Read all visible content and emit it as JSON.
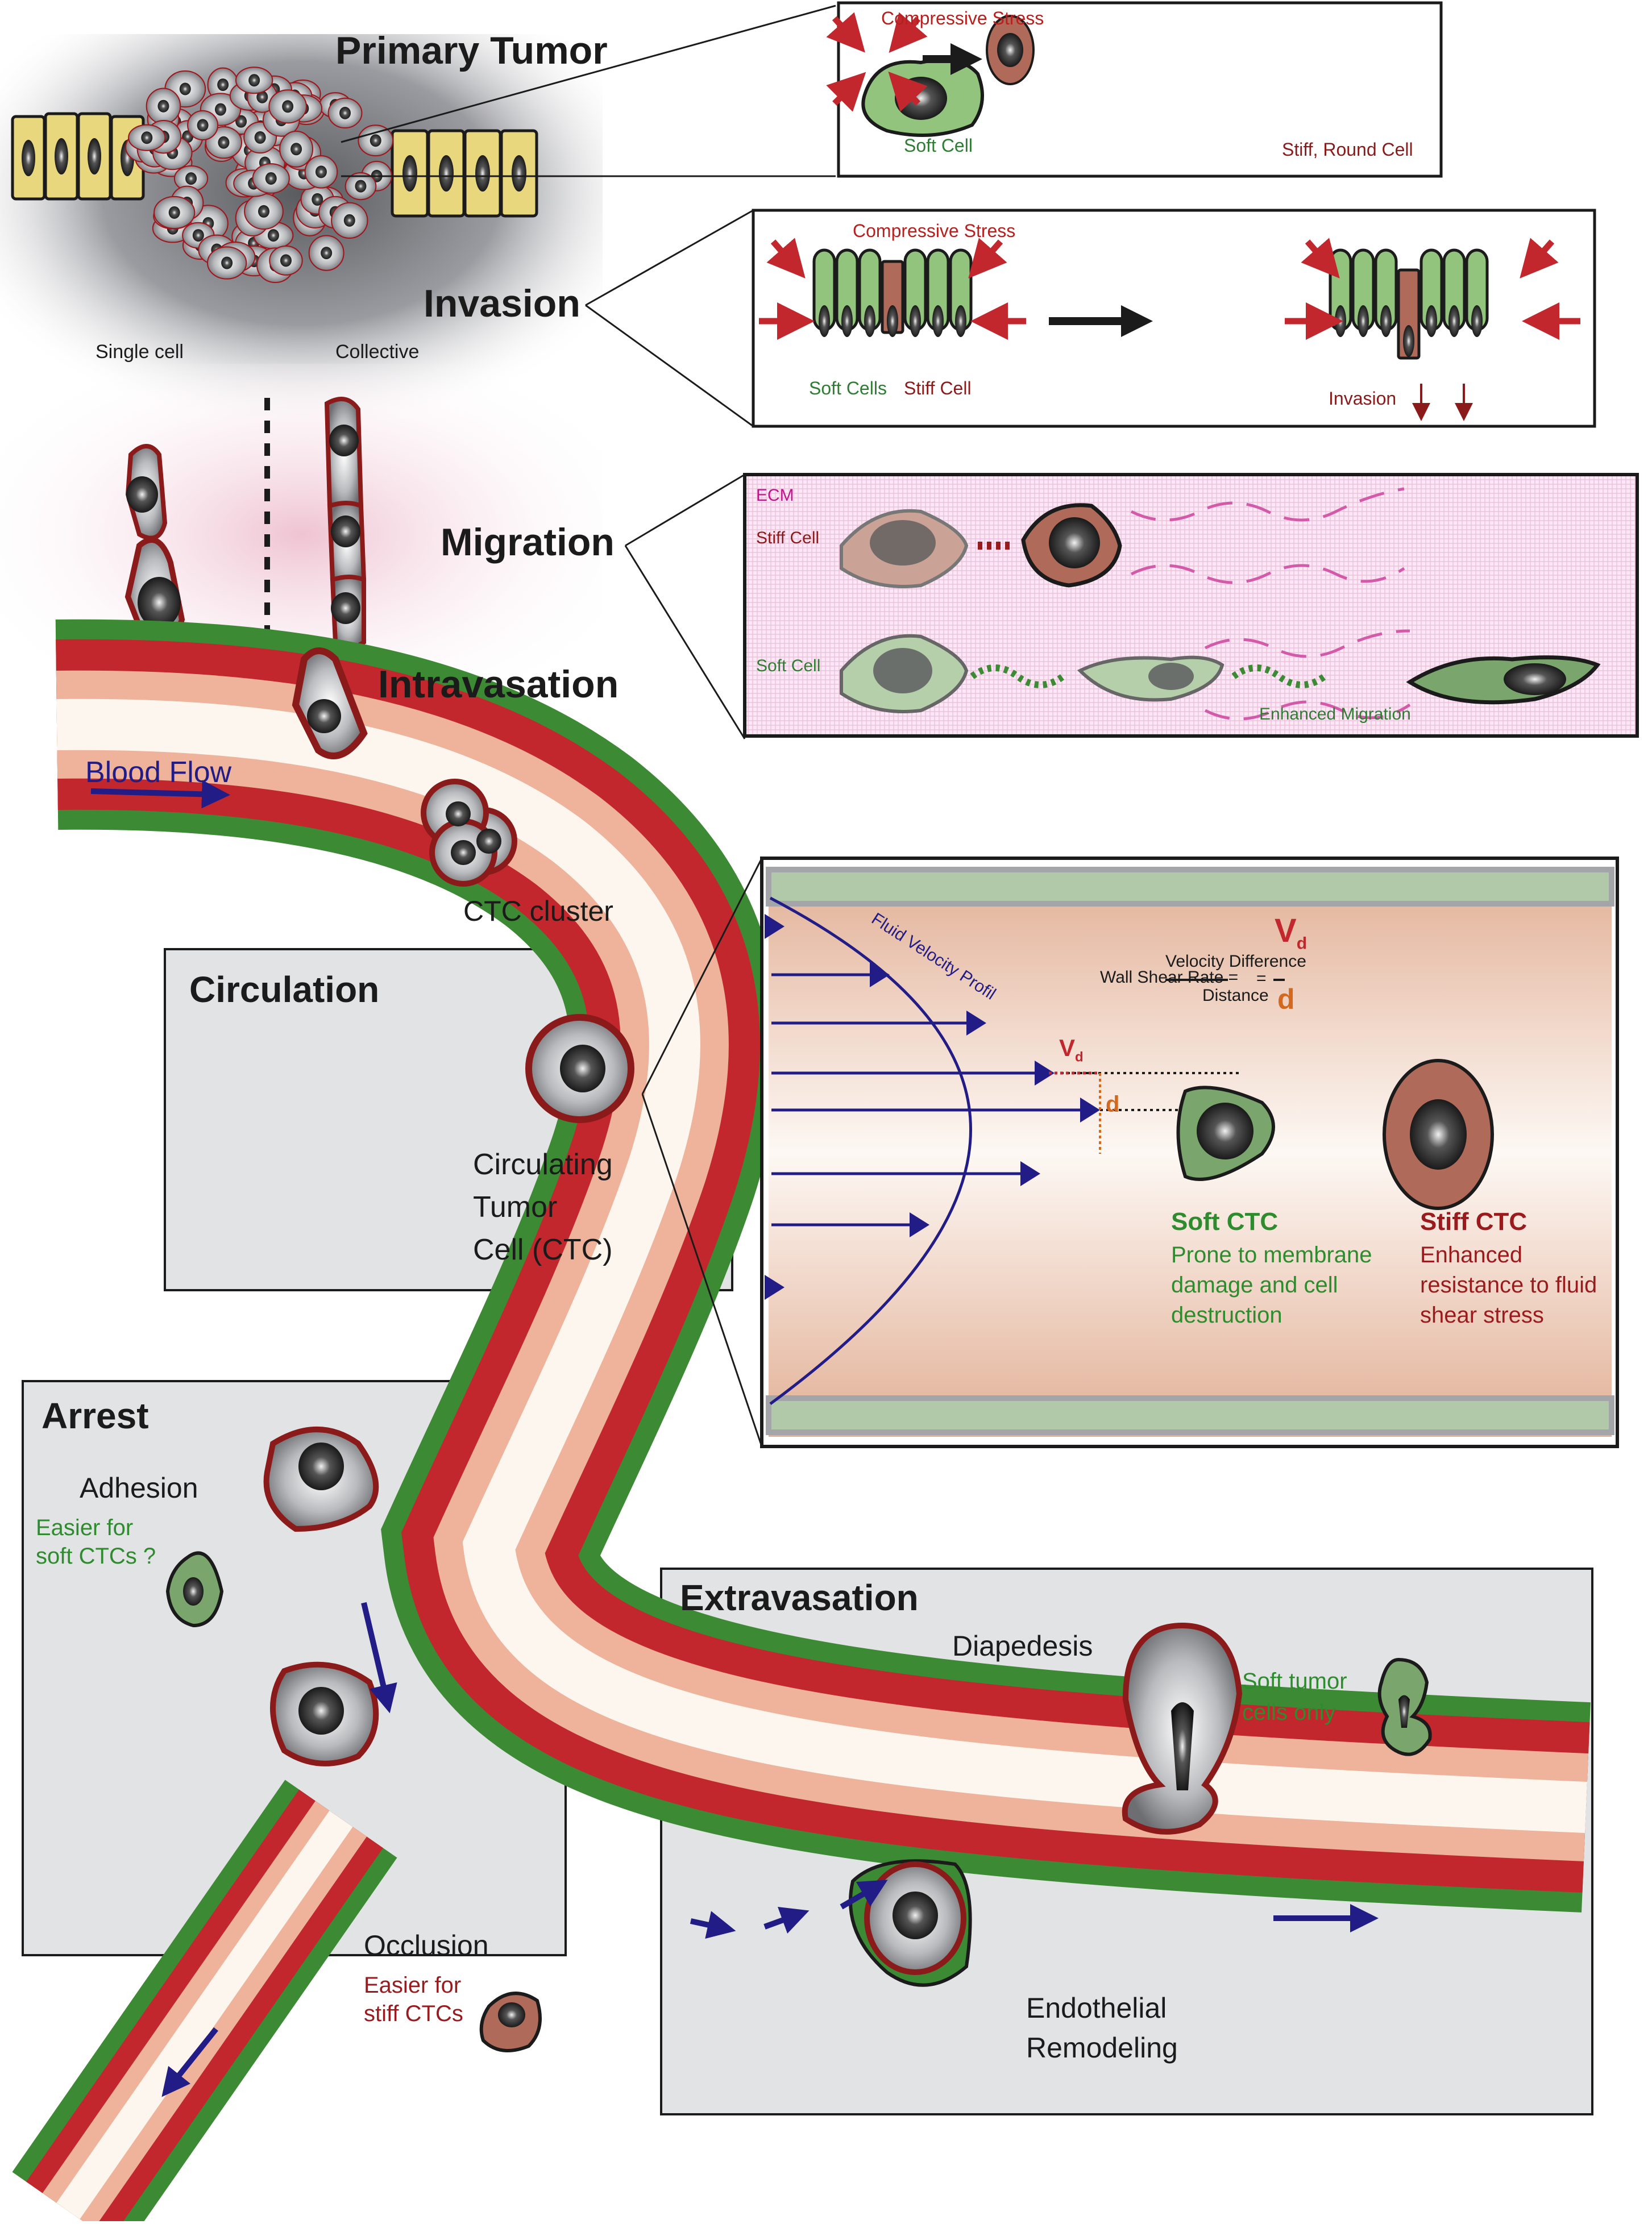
{
  "colors": {
    "vessel_wall": "#3d8a35",
    "blood": "#c1272d",
    "blood_center": "#fdf6ef",
    "soft_cell": "#92c47d",
    "stiff_cell": "#b06a5a",
    "stress_arrow": "#c1272d",
    "flow_arrow": "#221c86",
    "stage_box": "#e2e3e5",
    "ecm_bg": "#f6dcef",
    "ecm_fiber": "#d35aa8",
    "tumor_epithelium": "#e8d77d"
  },
  "stages": {
    "primary_tumor": "Primary Tumor",
    "invasion": "Invasion",
    "migration": "Migration",
    "intravasation": "Intravasation",
    "circulation": "Circulation",
    "arrest": "Arrest",
    "extravasation": "Extravasation"
  },
  "tumor": {
    "single_cell": "Single cell",
    "collective": "Collective"
  },
  "vessel": {
    "blood_flow": "Blood Flow",
    "ctc_cluster": "CTC cluster",
    "ctc_label": [
      "Circulating",
      "Tumor",
      "Cell (CTC)"
    ]
  },
  "panel_tumor": {
    "stress": "Compressive Stress",
    "soft": "Soft Cell",
    "stiff": "Stiff, Round Cell"
  },
  "panel_invasion": {
    "stress": "Compressive Stress",
    "soft": "Soft Cells",
    "stiff": "Stiff Cell",
    "invasion": "Invasion"
  },
  "panel_migration": {
    "ecm": "ECM",
    "stiff": "Stiff Cell",
    "soft": "Soft Cell",
    "enhanced": "Enhanced Migration"
  },
  "panel_shear": {
    "profile": "Fluid Velocity Profil",
    "formula_lhs": "Wall Shear Rate =",
    "numerator": "Velocity Difference",
    "denominator": "Distance",
    "equals": "=",
    "vd": "V",
    "vd_sub": "d",
    "d": "d",
    "soft_title": "Soft CTC",
    "soft_desc": [
      "Prone to membrane",
      "damage and cell",
      "destruction"
    ],
    "stiff_title": "Stiff CTC",
    "stiff_desc": [
      "Enhanced",
      "resistance to fluid",
      "shear stress"
    ]
  },
  "arrest": {
    "adhesion": "Adhesion",
    "adhesion_note": [
      "Easier for",
      "soft CTCs ?"
    ],
    "occlusion": "Occlusion",
    "occlusion_note": [
      "Easier for",
      "stiff CTCs"
    ]
  },
  "extravasation": {
    "diapedesis": "Diapedesis",
    "diapedesis_note": [
      "Soft tumor",
      "cells only"
    ],
    "remodeling": [
      "Endothelial",
      "Remodeling"
    ]
  }
}
